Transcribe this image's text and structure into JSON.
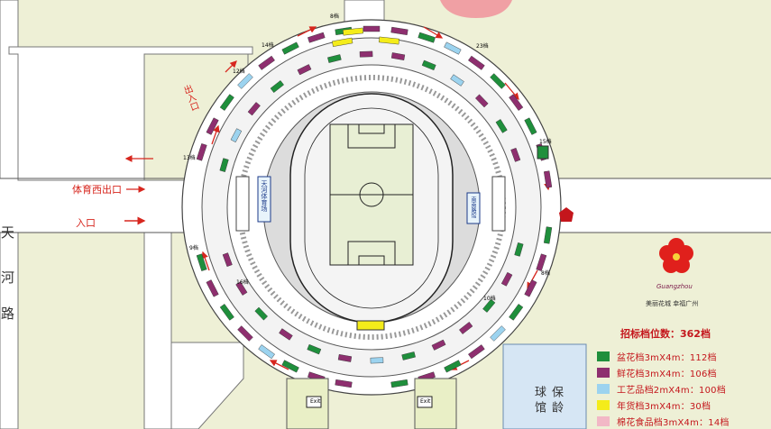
{
  "map": {
    "labels": {
      "west_exit": "体育西出口",
      "entrance": "入口",
      "exit_in": "出入口",
      "tianhe_stadium": "天河体育场",
      "south_stand": "南南路馆",
      "bowling": "保龄球馆",
      "exit_gate": "Exit",
      "side_char_1": "天",
      "side_char_2": "河",
      "side_char_3": "路"
    },
    "gate_codes": [
      "8档",
      "14档",
      "12档",
      "13档",
      "23档",
      "15档",
      "9档",
      "16档",
      "10档",
      "8档"
    ],
    "logo": {
      "text": "Guangzhou",
      "tagline": "美丽花城 幸福广州"
    }
  },
  "legend": {
    "total": "招标档位数：362档",
    "items": [
      {
        "label": "盆花档3mX4m：112档",
        "color": "#1f8f3c"
      },
      {
        "label": "鲜花档3mX4m：106档",
        "color": "#8e2f6f"
      },
      {
        "label": "工艺品档2mX4m：100档",
        "color": "#9cd3ef"
      },
      {
        "label": "年货档3mX4m：30档",
        "color": "#f4ec1a"
      },
      {
        "label": "棉花食品档3mX4m：14档",
        "color": "#f2b8c6"
      }
    ]
  },
  "colors": {
    "green": "#1f8f3c",
    "purple": "#8e2f6f",
    "blue": "#9cd3ef",
    "yellow": "#f4ec1a",
    "pink": "#f2b8c6",
    "road": "#ffffff",
    "ground": "#eef0d6",
    "field": "#e8efd4"
  }
}
